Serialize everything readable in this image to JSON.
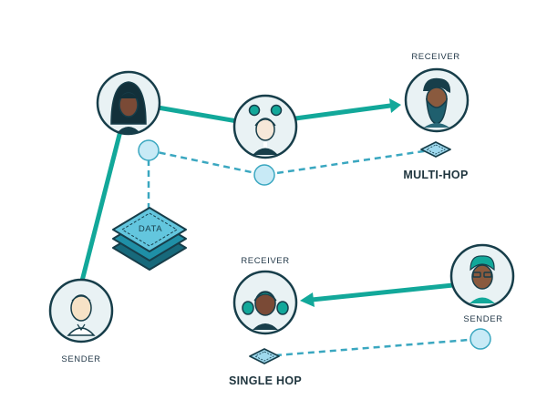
{
  "labels": {
    "receiver_top": "RECEIVER",
    "multi_hop": "MULTI-HOP",
    "data": "DATA",
    "receiver_bottom": "RECEIVER",
    "sender_right": "SENDER",
    "sender_left": "SENDER",
    "single_hop": "SINGLE HOP"
  },
  "colors": {
    "link": "#12a89a",
    "dashed": "#3aa7c0",
    "outline": "#173e4a",
    "circle_fill": "#e9f2f4",
    "node_fill": "#c8eaf6",
    "packet_fill": "#9ed9ee",
    "stack_top": "#63c6de",
    "stack_mid": "#1f8fa6",
    "stack_bottom": "#17697b"
  }
}
